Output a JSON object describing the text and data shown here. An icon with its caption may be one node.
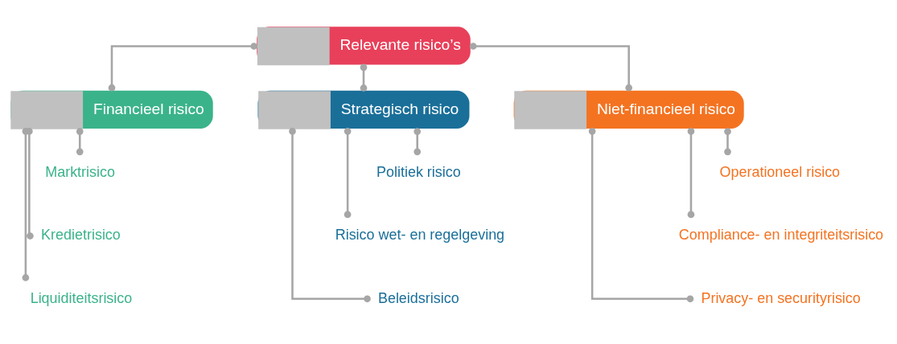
{
  "diagram": {
    "nodes": [
      {
        "text": [
          "Relevante risico’s"
        ]
      },
      {
        "text": [
          "Financieel risico"
        ]
      },
      {
        "text": [
          "Strategisch risico"
        ]
      },
      {
        "text": [
          "Niet-financieel risico"
        ]
      },
      {
        "text": [
          "Marktrisico"
        ]
      },
      {
        "text": [
          "Kredietrisico"
        ]
      },
      {
        "text": [
          "Liquiditeitsrisico"
        ]
      },
      {
        "text": [
          "Politiek risico"
        ]
      },
      {
        "text": [
          "Risico wet- en regelgeving"
        ]
      },
      {
        "text": [
          "Beleidsrisico"
        ]
      },
      {
        "text": [
          "Operationeel risico"
        ]
      },
      {
        "text": [
          "Compliance- en integriteitsrisico"
        ]
      },
      {
        "text": [
          "Privacy- en securityrisico"
        ]
      }
    ],
    "edges": [
      {
        "from": 0,
        "to": 1,
        "arrow": "other"
      },
      {
        "from": 0,
        "to": 2,
        "arrow": "other"
      },
      {
        "from": 0,
        "to": 3,
        "arrow": "other"
      },
      {
        "from": 1,
        "to": 4,
        "arrow": "other"
      },
      {
        "from": 1,
        "to": 5,
        "arrow": "other"
      },
      {
        "from": 1,
        "to": 6,
        "arrow": "other"
      },
      {
        "from": 2,
        "to": 7,
        "arrow": "other"
      },
      {
        "from": 2,
        "to": 8,
        "arrow": "other"
      },
      {
        "from": 2,
        "to": 9,
        "arrow": "other"
      },
      {
        "from": 3,
        "to": 10,
        "arrow": "other"
      },
      {
        "from": 3,
        "to": 11,
        "arrow": "other"
      },
      {
        "from": 3,
        "to": 12,
        "arrow": "other"
      }
    ]
  }
}
